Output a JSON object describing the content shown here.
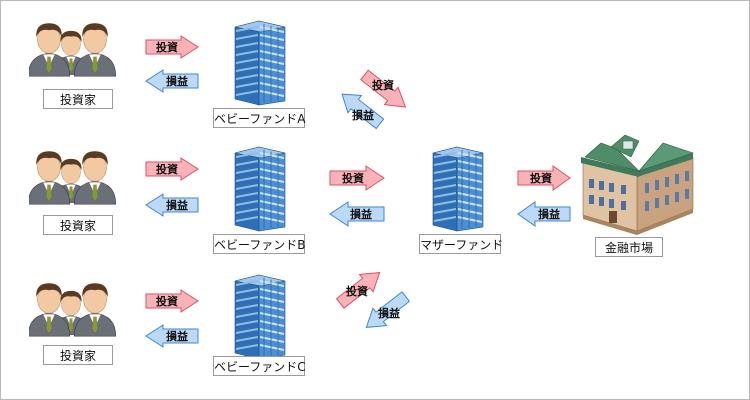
{
  "investor_label": "投資家",
  "investment_label": "投資",
  "profit_label": "損益",
  "baby_funds": [
    {
      "name": "ベビーファンドA"
    },
    {
      "name": "ベビーファンドB"
    },
    {
      "name": "ベビーファンドC"
    }
  ],
  "mother_fund": {
    "name": "マザーファンド"
  },
  "market": {
    "name": "金融市場"
  },
  "colors": {
    "investment_arrow_fill": "#f9b3b8",
    "investment_arrow_stroke": "#e0505e",
    "profit_arrow_fill": "#bcd9f7",
    "profit_arrow_stroke": "#3c86d8",
    "building_blue": "#4a8fd4",
    "suit_gray": "#6b7078"
  }
}
